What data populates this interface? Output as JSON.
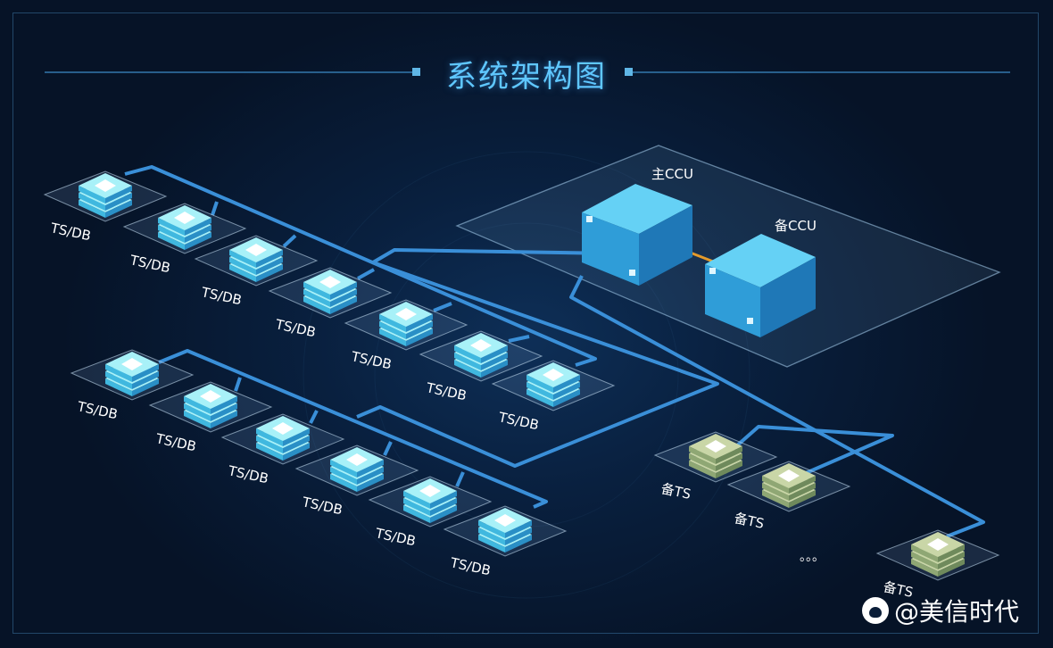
{
  "title": "系统架构图",
  "ccu_primary_label": "主CCU",
  "ccu_backup_label": "备CCU",
  "tsdb_label": "TS/DB",
  "backup_ts_label": "备TS",
  "ellipsis": "。。。",
  "watermark_text": "@美信时代",
  "colors": {
    "accent": "#5fc7ff",
    "line": "#3a8fd8",
    "node_top": "#9ff0f7",
    "node_side": "#3ab0d9",
    "backup_node": "#a7b98a",
    "link": "#e59a2a"
  },
  "icons": [
    "server-stack-icon",
    "ccu-cube-icon",
    "backup-server-icon",
    "paw-icon"
  ]
}
